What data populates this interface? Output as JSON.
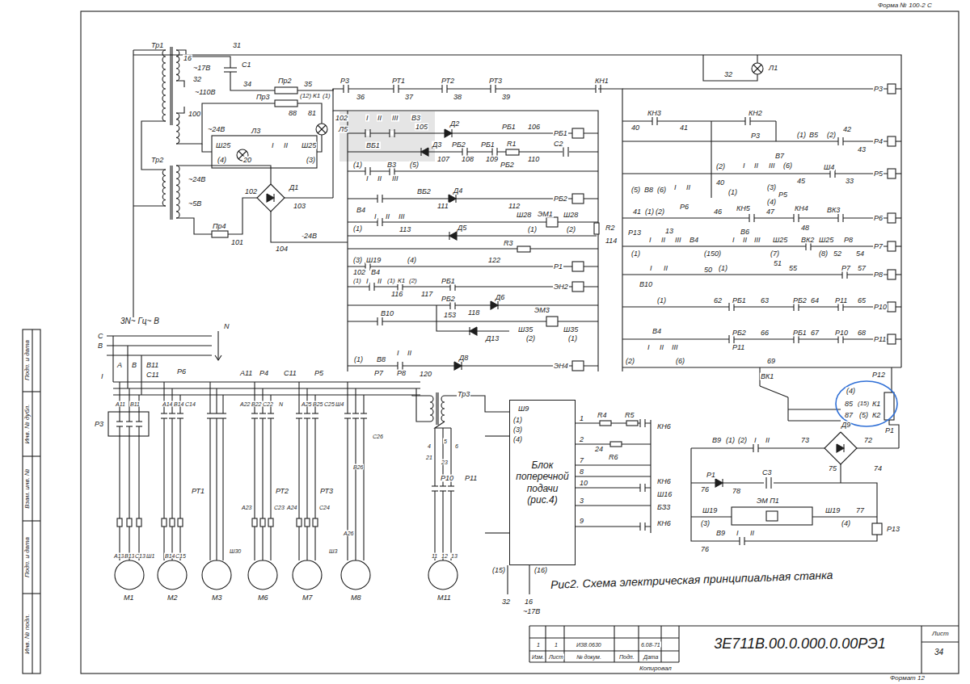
{
  "diagram": {
    "caption": "Рис2. Схема электрическая принципиальная станка",
    "nodes": [
      {
        "text": [
          "Блок поперечной подачи (рис.4)"
        ]
      },
      {
        "text": [
          "3Е711В.00.0.000.0.00РЭ1"
        ]
      }
    ],
    "labels": [
      "Форма № 100-2 С",
      "Формат 12",
      "Копировал",
      "Изм.",
      "Лист",
      "№ докум.",
      "Подп.",
      "Дата",
      "1",
      "1",
      "ИЗ8.0630",
      "6.08-71",
      "Лист",
      "34",
      "Подп. и дата",
      "Инв. № дубл.",
      "Взам. инв. №",
      "Подп. и дата",
      "Инв. № подл.",
      "Тр1",
      "16",
      "~17В",
      "32",
      "~110В",
      "31",
      "С1",
      "34",
      "Пр2",
      "Пр3",
      "35",
      "(12)",
      "К1",
      "(1)",
      "88",
      "81",
      "100",
      "~24В",
      "Л3",
      "Л5",
      "Ш25",
      "(4)",
      "I",
      "II",
      "Ш25",
      "(3)",
      "Р3",
      "36",
      "РТ1",
      "37",
      "РТ2",
      "38",
      "РТ3",
      "39",
      "КН1",
      "Л1",
      "32",
      "КН3",
      "40",
      "41",
      "КН2",
      "Р3",
      "42",
      "Р4",
      "(1)",
      "В5",
      "(2)",
      "43",
      "102",
      "I",
      "II",
      "III",
      "В3",
      "105",
      "Д2",
      "РБ1",
      "106",
      "РБ1",
      "ВБ1",
      "Д3",
      "РБ2",
      "РБ1",
      "107",
      "108",
      "109",
      "R1",
      "110",
      "С2",
      "В3",
      "(1)",
      "I",
      "II",
      "III",
      "(5)",
      "РБ2",
      "ВБ2",
      "Д4",
      "111",
      "112",
      "РБ2",
      "В4",
      "I",
      "II",
      "III",
      "(1)",
      "113",
      "Д5",
      "ЭМ1",
      "Ш28",
      "Ш28",
      "(1)",
      "(2)",
      "R2",
      "114",
      "R3",
      "(3)",
      "Ш19",
      "(4)",
      "102",
      "В4",
      "122",
      "Р1",
      "(1)",
      "I",
      "II",
      "(1)",
      "К1",
      "(2)",
      "116",
      "117",
      "РБ1",
      "ЭН2",
      "РБ2",
      "Д6",
      "118",
      "В10",
      "153",
      "ЭМ3",
      "Ш35",
      "Ш35",
      "(2)",
      "(1)",
      "Д13",
      "(1)",
      "В8",
      "I",
      "II",
      "Д8",
      "120",
      "ЭН4",
      "Тр2",
      "~24В",
      "~5В",
      "Пр4",
      "101",
      "20",
      "Д1",
      "102",
      "103",
      "104",
      "-24В",
      "Р3",
      "(2)",
      "40",
      "I",
      "II",
      "III",
      "В7",
      "(6)",
      "(1)",
      "(3)",
      "Р5",
      "(4)",
      "45",
      "Ш4",
      "33",
      "Р5",
      "(5)",
      "В8",
      "(6)",
      "I",
      "II",
      "Р6",
      "41",
      "(1)",
      "(2)",
      "46",
      "КН5",
      "47",
      "КН4",
      "ВК3",
      "48",
      "Р6",
      "Р13",
      "13",
      "В6",
      "(1)",
      "I",
      "II",
      "III",
      "В4",
      "(150)",
      "50",
      "I",
      "II",
      "III",
      "Ш25",
      "ВК2",
      "Ш25",
      "Р8",
      "Р7",
      "(7)",
      "(8)",
      "51",
      "52",
      "54",
      "В10",
      "I",
      "II",
      "(1)",
      "55",
      "Р7",
      "57",
      "Р8",
      "(1)",
      "62",
      "РБ1",
      "63",
      "РБ2",
      "64",
      "Р11",
      "65",
      "Р10",
      "РБ2",
      "Р11",
      "66",
      "РБ1",
      "67",
      "Р10",
      "68",
      "Р11",
      "В4",
      "I",
      "II",
      "III",
      "(2)",
      "(6)",
      "69",
      "Р12",
      "ВК1",
      "(4)",
      "85",
      "(15)",
      "К1",
      "87",
      "(5)",
      "К2",
      "Д9",
      "72",
      "Р1",
      "73",
      "75",
      "74",
      "В9",
      "(1)",
      "(2)",
      "I",
      "II",
      "Р1",
      "76",
      "78",
      "С3",
      "ЭМ П1",
      "Ш19",
      "Ш19",
      "(3)",
      "(4)",
      "77",
      "Р13",
      "В9",
      "76",
      "I",
      "II",
      "Ш9",
      "(1)",
      "(3)",
      "(4)",
      "1",
      "R4",
      "R5",
      "2",
      "24",
      "R6",
      "КН6",
      "7",
      "8",
      "10",
      "КН6",
      "Ш16",
      "БЗ3",
      "3",
      "9",
      "КН6",
      "(15)",
      "(16)",
      "32",
      "16",
      "~17В",
      "3N~ Гц~ В",
      "С",
      "В",
      "N",
      "А",
      "В",
      "В11",
      "С11",
      "I",
      "А11",
      "В11",
      "С11",
      "Р6",
      "А14",
      "В14",
      "С14",
      "А11",
      "Р4",
      "А22",
      "В22",
      "С22",
      "Р5",
      "N",
      "А25",
      "В25",
      "С25",
      "Ш4",
      "Р7",
      "Р8",
      "Тр3",
      "С26",
      "В26",
      "А26",
      "Р3",
      "РТ1",
      "РТ2",
      "РТ3",
      "А23",
      "С23",
      "А24",
      "С24",
      "Ш30",
      "Ш3",
      "А13",
      "В13",
      "С13",
      "Ш1",
      "В14",
      "С15",
      "М1",
      "М2",
      "М3",
      "М6",
      "М7",
      "М8",
      "М11",
      "11",
      "12",
      "13",
      "4",
      "21",
      "5",
      "6",
      "23",
      "Р10",
      "Р11"
    ]
  }
}
